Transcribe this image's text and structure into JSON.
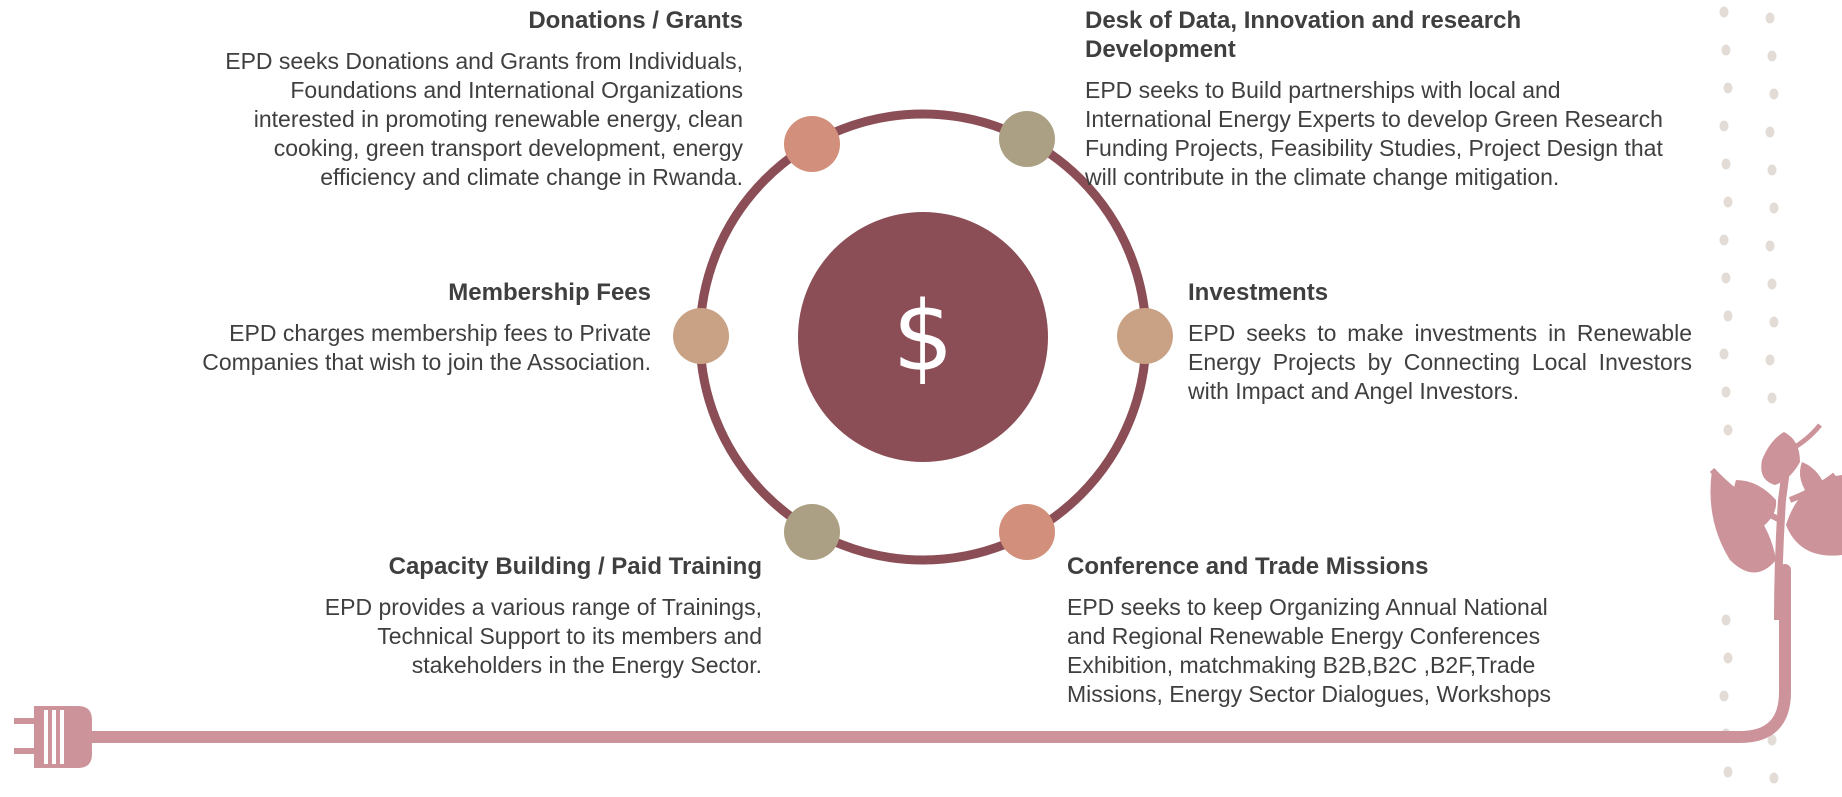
{
  "colors": {
    "ring": "#8b4e56",
    "center": "#8c4e56",
    "node_salmon": "#d28f7c",
    "node_olive": "#aca084",
    "node_tan": "#c9a285",
    "plug": "#cc939a",
    "dots": "#e3dcd6"
  },
  "center_icon": {
    "symbol": "$",
    "name": "dollar-icon"
  },
  "blocks": {
    "donations": {
      "title": "Donations / Grants",
      "body": "EPD seeks Donations and Grants from Individuals, Foundations and International Organizations interested in promoting renewable energy, clean cooking, green transport development, energy efficiency and climate change in Rwanda."
    },
    "desk": {
      "title": "Desk of Data, Innovation and  research Development",
      "body": "EPD seeks to Build partnerships with local and International Energy Experts to develop Green Research Funding Projects, Feasibility Studies, Project Design that will contribute in the climate change mitigation."
    },
    "membership": {
      "title": "Membership Fees",
      "body": "EPD charges membership fees to Private Companies  that wish to join the Association."
    },
    "investments": {
      "title": "Investments",
      "body": "EPD seeks to make investments in Renewable Energy Projects by Connecting Local Investors with Impact and Angel Investors."
    },
    "capacity": {
      "title": "Capacity Building / Paid Training",
      "body": "EPD provides a various range of Trainings, Technical Support to its members and stakeholders in the Energy Sector."
    },
    "conference": {
      "title": "Conference and Trade Missions",
      "body": "EPD seeks to keep Organizing Annual National and Regional Renewable Energy Conferences Exhibition, matchmaking B2B,B2C ,B2F,Trade Missions, Energy Sector Dialogues, Workshops"
    }
  }
}
